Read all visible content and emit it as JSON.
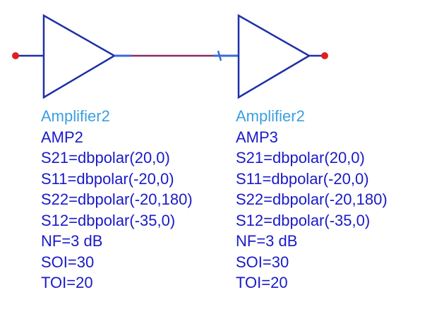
{
  "colors": {
    "symbol_stroke": "#1f2fa8",
    "wire": "#8a2a6a",
    "pin": "#3a6ad8",
    "port_dot": "#e02020",
    "component_name": "#3aa0e0",
    "parameter_text": "#1a1ac8"
  },
  "amplifiers": [
    {
      "component": "Amplifier2",
      "instance": "AMP2",
      "params": [
        "S21=dbpolar(20,0)",
        "S11=dbpolar(-20,0)",
        "S22=dbpolar(-20,180)",
        "S12=dbpolar(-35,0)",
        "NF=3 dB",
        "SOI=30",
        "TOI=20"
      ]
    },
    {
      "component": "Amplifier2",
      "instance": "AMP3",
      "params": [
        "S21=dbpolar(20,0)",
        "S11=dbpolar(-20,0)",
        "S22=dbpolar(-20,180)",
        "S12=dbpolar(-35,0)",
        "NF=3 dB",
        "SOI=30",
        "TOI=20"
      ]
    }
  ]
}
